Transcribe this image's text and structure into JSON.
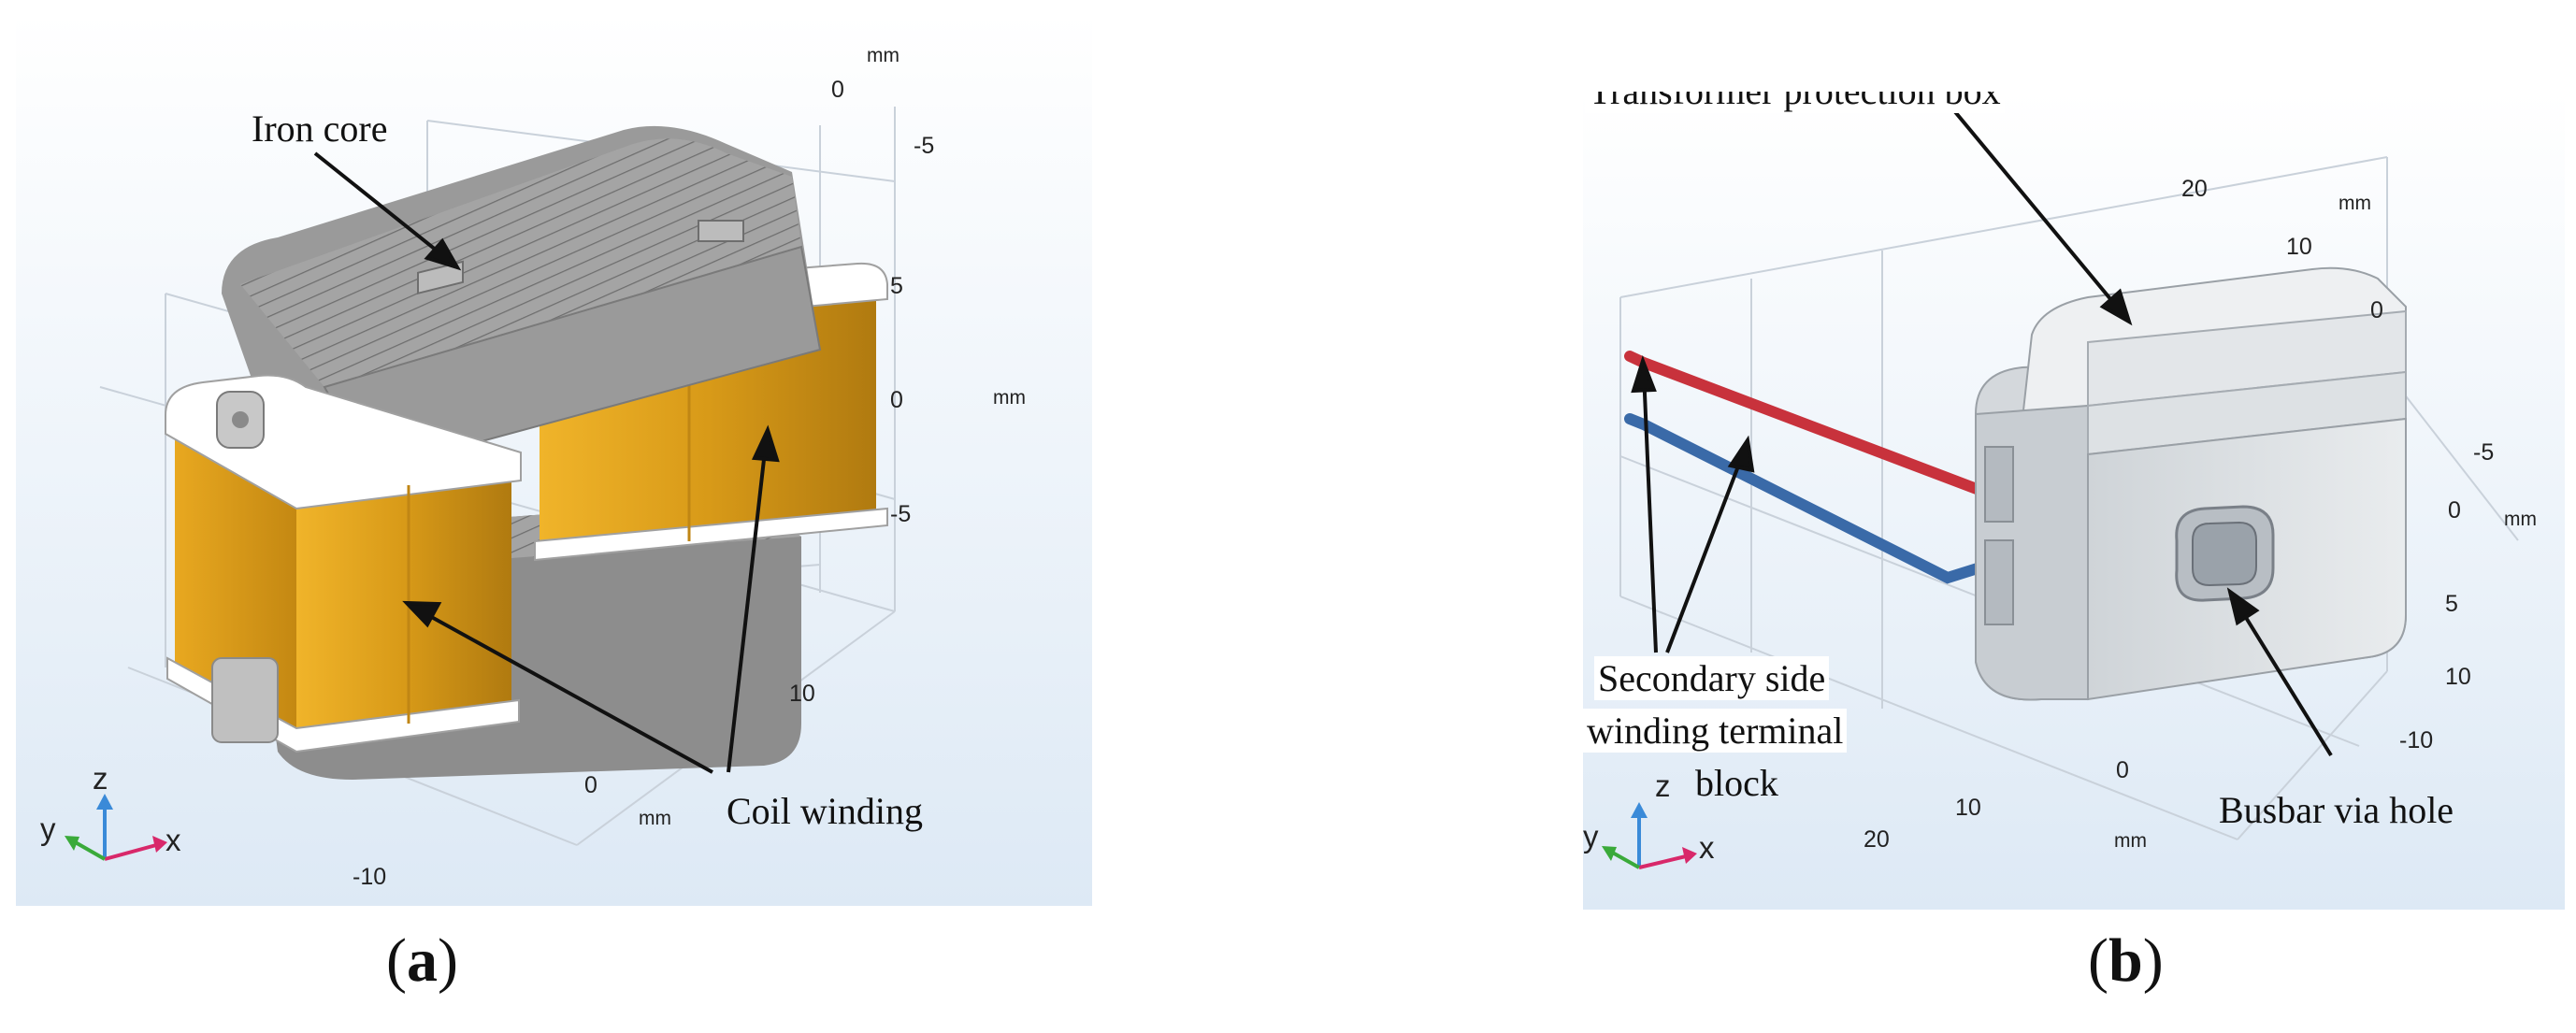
{
  "panel_a": {
    "label_open": "(",
    "label_letter": "a",
    "label_close": ")",
    "annotations": {
      "iron_core": "Iron core",
      "coil_winding": "Coil winding"
    },
    "ticks_right": [
      "0",
      "-5",
      "5",
      "0",
      "-5"
    ],
    "ticks_bottom": [
      "10",
      "0",
      "-10"
    ],
    "units": {
      "top": "mm",
      "right": "mm",
      "bottom": "mm"
    },
    "triad": {
      "x": "x",
      "y": "y",
      "z": "z"
    },
    "colors": {
      "coil": "#e0a21c",
      "core": "#9c9c9c",
      "background": "#eef5fb"
    }
  },
  "panel_b": {
    "label_open": "(",
    "label_letter": "b",
    "label_close": ")",
    "annotations": {
      "protection_box": "Transformer protection box",
      "terminal_line1": "Secondary side",
      "terminal_line2": "winding terminal",
      "terminal_line3": "block",
      "busbar_hole": "Busbar via hole"
    },
    "ticks_right": [
      "20",
      "10",
      "0",
      "-5",
      "0",
      "5",
      "10",
      "-10"
    ],
    "ticks_bottom": [
      "0",
      "10",
      "20"
    ],
    "units": {
      "top": "mm",
      "right": "mm",
      "bottom": "mm"
    },
    "triad": {
      "x": "x",
      "y": "y",
      "z": "z"
    },
    "colors": {
      "box": "#dfe3e6",
      "wire_red": "#c8323c",
      "wire_blue": "#3a6aa8",
      "background": "#eef5fb"
    }
  }
}
